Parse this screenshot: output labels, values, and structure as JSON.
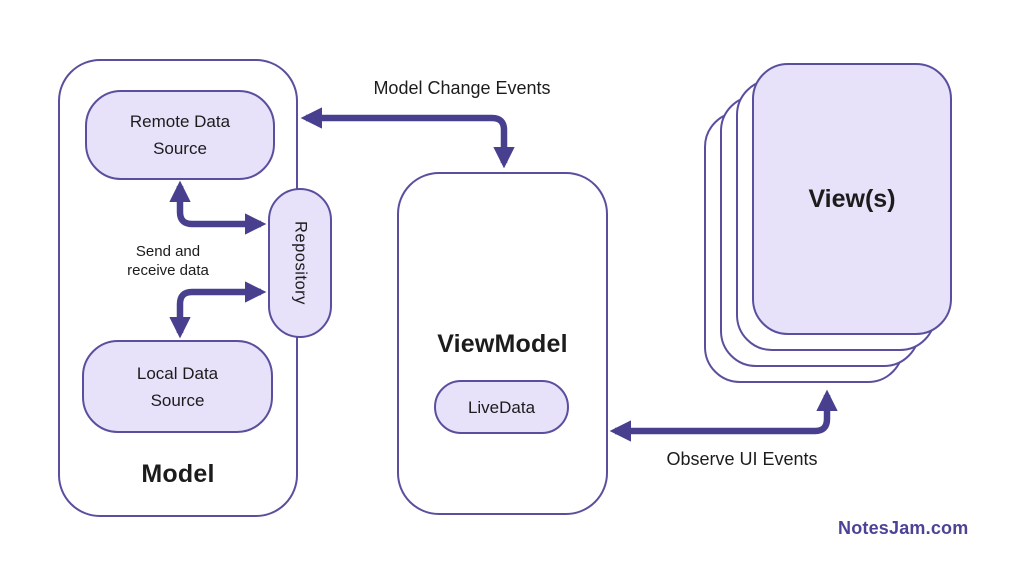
{
  "colors": {
    "arrow": "#48408f",
    "border": "#5a4f9e",
    "lavender": "#e7e1f9",
    "text": "#1c1c1c",
    "brand": "#4c4397",
    "bg": "#ffffff"
  },
  "model": {
    "title": "Model",
    "remote_source": "Remote Data Source",
    "repository": "Repository",
    "transfer_note": "Send and receive data",
    "local_source": "Local Data Source"
  },
  "viewmodel": {
    "title": "ViewModel",
    "livedata": "LiveData"
  },
  "views": {
    "title": "View(s)"
  },
  "connections": {
    "model_change": "Model Change Events",
    "observe_ui": "Observe UI Events"
  },
  "footer": {
    "brand": "NotesJam.com"
  }
}
